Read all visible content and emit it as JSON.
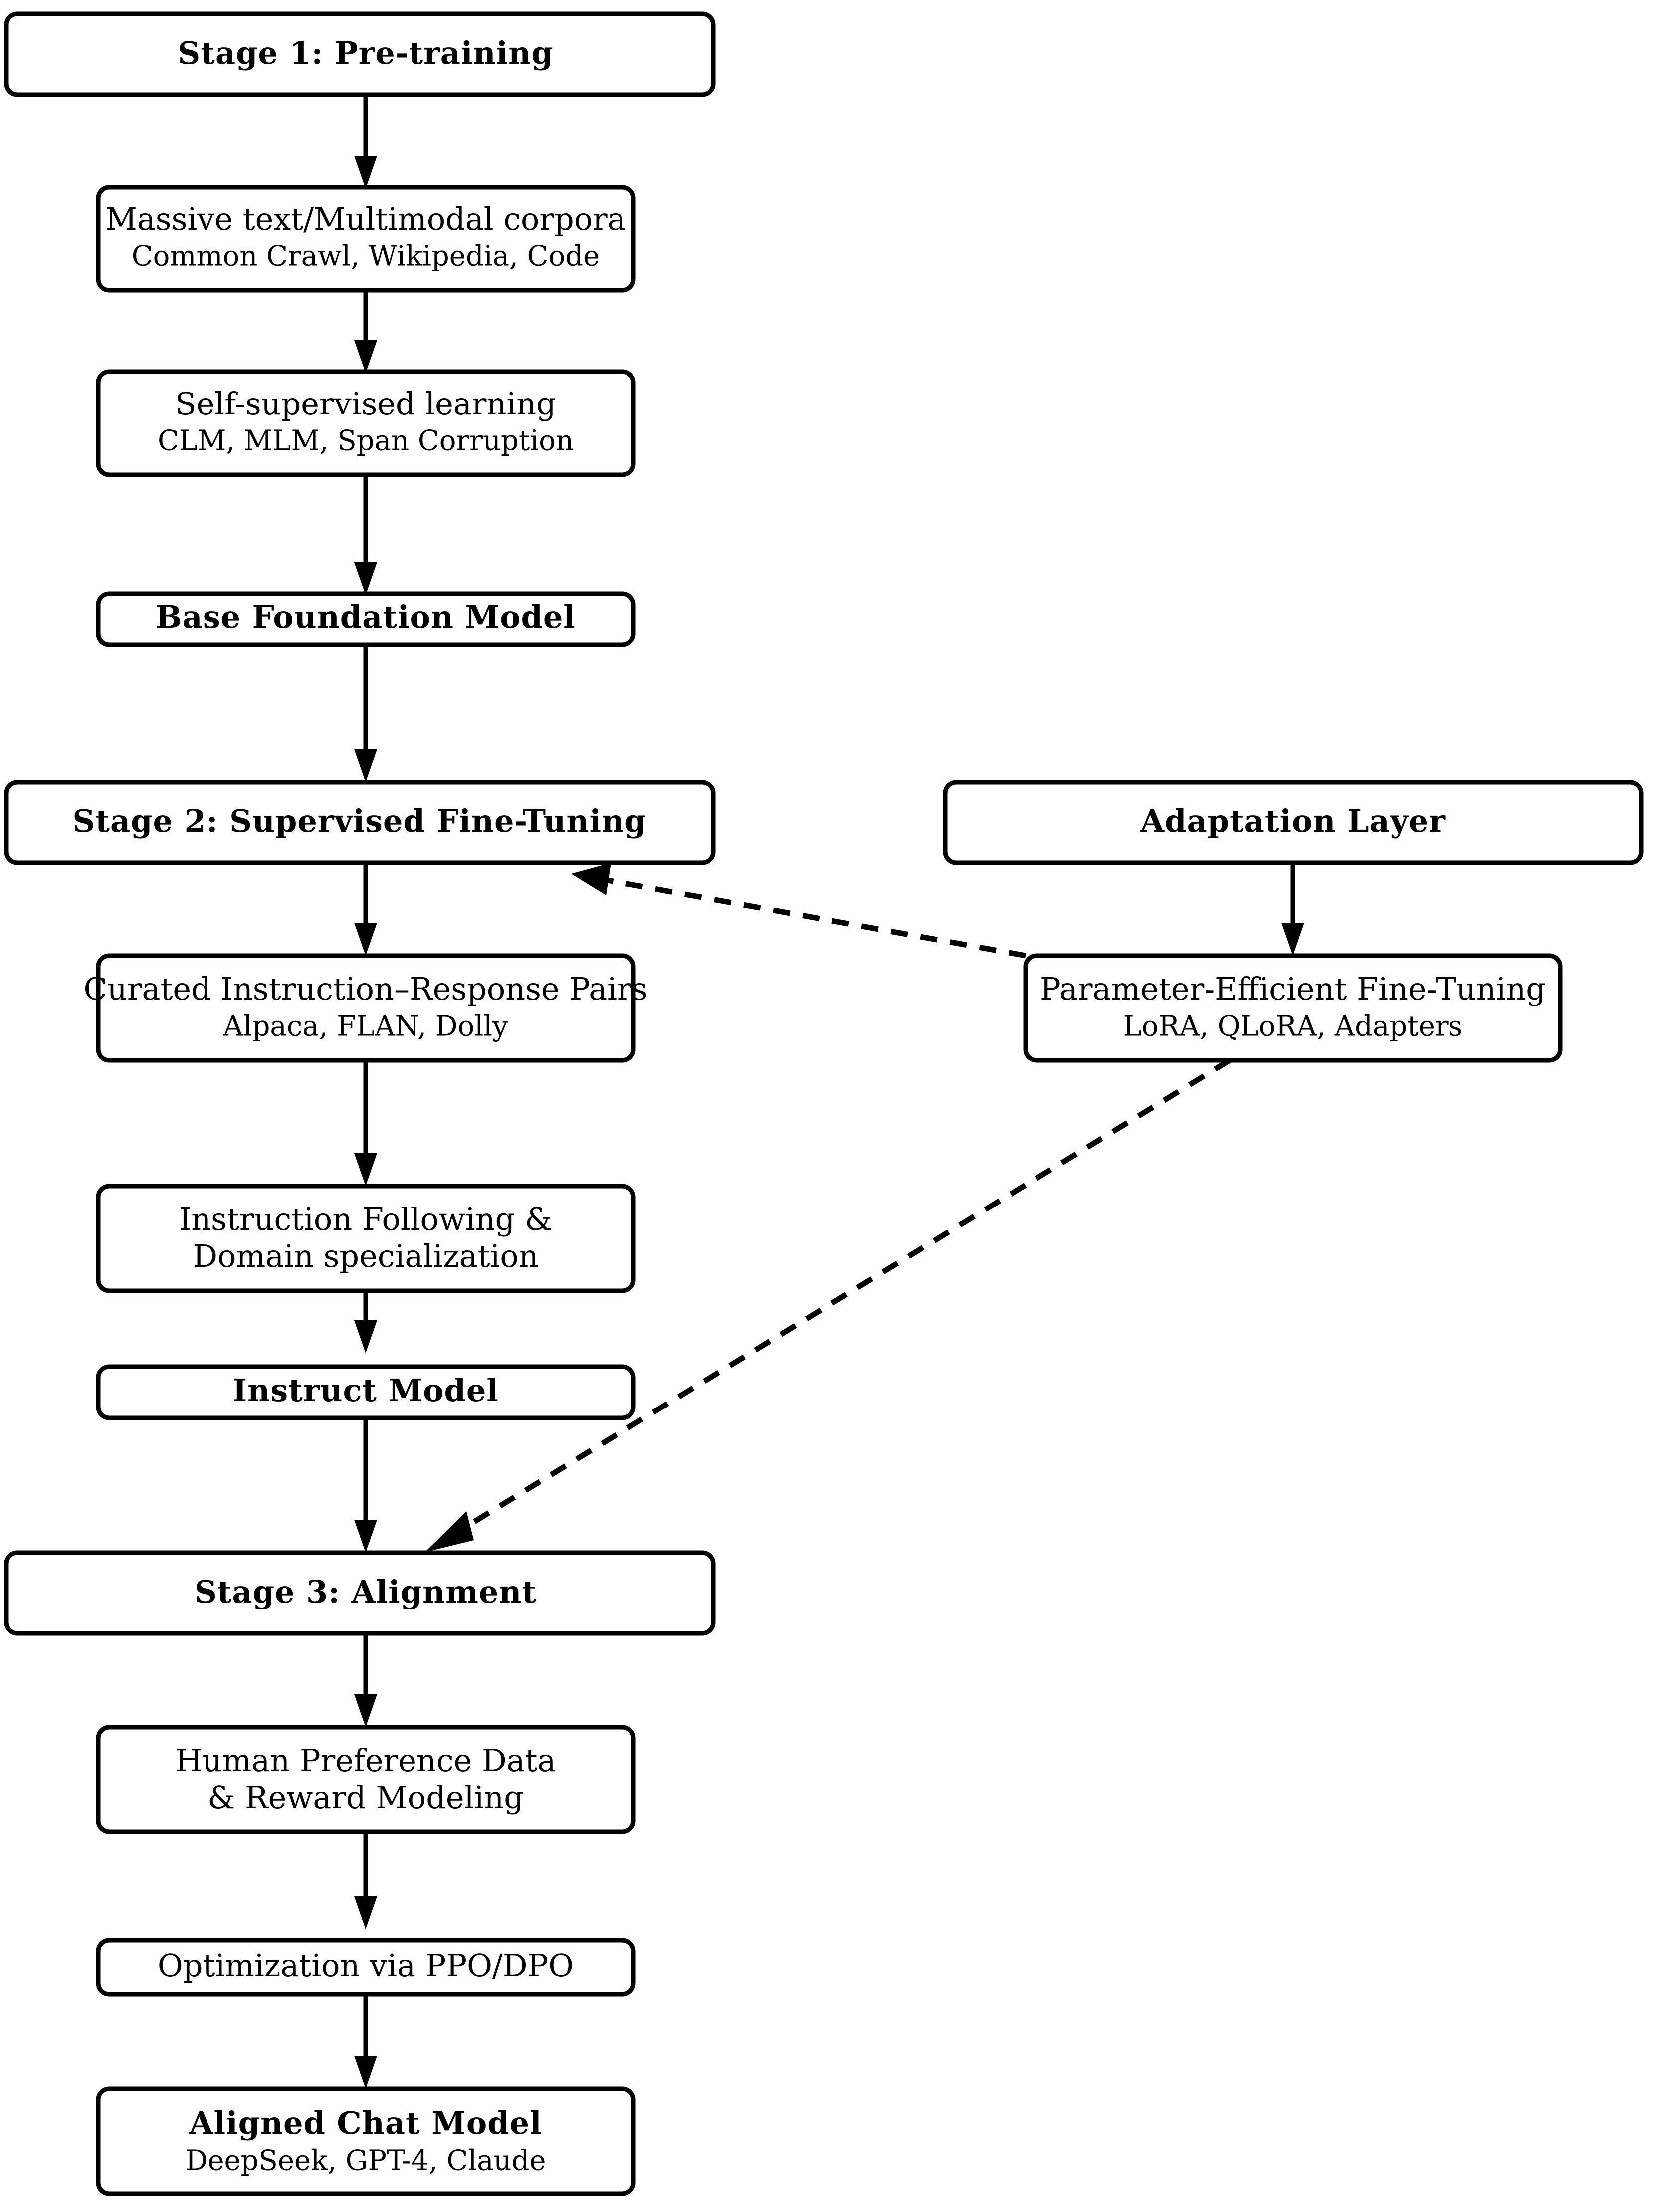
{
  "diagram": {
    "title": "LLM Training Pipeline Flowchart",
    "accent_color": "#000000",
    "background_color": "#ffffff",
    "nodes": [
      {
        "id": "stage1",
        "lines": [
          {
            "text": "Stage  1: Pre-training",
            "style": "bold"
          }
        ]
      },
      {
        "id": "corpora",
        "lines": [
          {
            "text": "Massive text/Multimodal corpora",
            "style": "regular"
          },
          {
            "text": "Common Crawl, Wikipedia, Code",
            "style": "sub"
          }
        ]
      },
      {
        "id": "ssl",
        "lines": [
          {
            "text": "Self-supervised learning",
            "style": "regular"
          },
          {
            "text": "CLM, MLM, Span Corruption",
            "style": "sub"
          }
        ]
      },
      {
        "id": "basemodel",
        "lines": [
          {
            "text": "Base Foundation Model",
            "style": "bold"
          }
        ]
      },
      {
        "id": "stage2",
        "lines": [
          {
            "text": "Stage 2: Supervised Fine-Tuning",
            "style": "bold"
          }
        ]
      },
      {
        "id": "adaptation",
        "lines": [
          {
            "text": "Adaptation  Layer",
            "style": "bold"
          }
        ]
      },
      {
        "id": "pairs",
        "lines": [
          {
            "text": "Curated Instruction–Response Pairs",
            "style": "regular"
          },
          {
            "text": "Alpaca,  FLAN,  Dolly",
            "style": "sub"
          }
        ]
      },
      {
        "id": "peft",
        "lines": [
          {
            "text": "Parameter-Efficient Fine-Tuning",
            "style": "regular"
          },
          {
            "text": "LoRA, QLoRA, Adapters",
            "style": "sub"
          }
        ]
      },
      {
        "id": "instrfollow",
        "lines": [
          {
            "text": "Instruction Following &",
            "style": "regular"
          },
          {
            "text": "Domain specialization",
            "style": "regular"
          }
        ]
      },
      {
        "id": "instruct",
        "lines": [
          {
            "text": "Instruct  Model",
            "style": "bold"
          }
        ]
      },
      {
        "id": "stage3",
        "lines": [
          {
            "text": "Stage  3: Alignment",
            "style": "bold"
          }
        ]
      },
      {
        "id": "humanpref",
        "lines": [
          {
            "text": "Human Preference Data",
            "style": "regular"
          },
          {
            "text": "& Reward Modeling",
            "style": "regular"
          }
        ]
      },
      {
        "id": "optimization",
        "lines": [
          {
            "text": "Optimization via PPO/DPO",
            "style": "regular"
          }
        ]
      },
      {
        "id": "aligned",
        "lines": [
          {
            "text": "Aligned  Chat  Model",
            "style": "bold"
          },
          {
            "text": "DeepSeek, GPT-4, Claude",
            "style": "sub"
          }
        ]
      }
    ],
    "edges": [
      {
        "id": "e1",
        "from": "stage1",
        "to": "corpora",
        "style": "solid"
      },
      {
        "id": "e2",
        "from": "corpora",
        "to": "ssl",
        "style": "solid"
      },
      {
        "id": "e3",
        "from": "ssl",
        "to": "basemodel",
        "style": "solid"
      },
      {
        "id": "e4",
        "from": "basemodel",
        "to": "stage2",
        "style": "solid"
      },
      {
        "id": "e5",
        "from": "stage2",
        "to": "pairs",
        "style": "solid"
      },
      {
        "id": "e6",
        "from": "pairs",
        "to": "instrfollow",
        "style": "solid"
      },
      {
        "id": "e7",
        "from": "instrfollow",
        "to": "instruct",
        "style": "solid"
      },
      {
        "id": "e8",
        "from": "instruct",
        "to": "stage3",
        "style": "solid"
      },
      {
        "id": "e9",
        "from": "stage3",
        "to": "humanpref",
        "style": "solid"
      },
      {
        "id": "e10",
        "from": "humanpref",
        "to": "optimization",
        "style": "solid"
      },
      {
        "id": "e11",
        "from": "optimization",
        "to": "aligned",
        "style": "solid"
      },
      {
        "id": "e12",
        "from": "adaptation",
        "to": "peft",
        "style": "solid"
      },
      {
        "id": "e13",
        "from": "peft",
        "to": "stage2",
        "style": "dashed"
      },
      {
        "id": "e14",
        "from": "peft",
        "to": "stage3",
        "style": "dashed"
      }
    ]
  },
  "labels": {
    "stage1": "Stage  1: Pre-training",
    "corpora_l1": "Massive text/Multimodal corpora",
    "corpora_l2": "Common Crawl, Wikipedia, Code",
    "ssl_l1": "Self-supervised learning",
    "ssl_l2": "CLM, MLM, Span Corruption",
    "basemodel": "Base Foundation Model",
    "stage2": "Stage 2: Supervised Fine-Tuning",
    "adaptation": "Adaptation  Layer",
    "pairs_l1": "Curated Instruction–Response Pairs",
    "pairs_l2": "Alpaca,  FLAN,  Dolly",
    "peft_l1": "Parameter-Efficient Fine-Tuning",
    "peft_l2": "LoRA, QLoRA, Adapters",
    "instrfollow_l1": "Instruction Following &",
    "instrfollow_l2": "Domain specialization",
    "instruct": "Instruct  Model",
    "stage3": "Stage  3: Alignment",
    "humanpref_l1": "Human Preference Data",
    "humanpref_l2": "& Reward Modeling",
    "optimization": "Optimization via PPO/DPO",
    "aligned_l1": "Aligned  Chat  Model",
    "aligned_l2": "DeepSeek, GPT-4, Claude"
  }
}
